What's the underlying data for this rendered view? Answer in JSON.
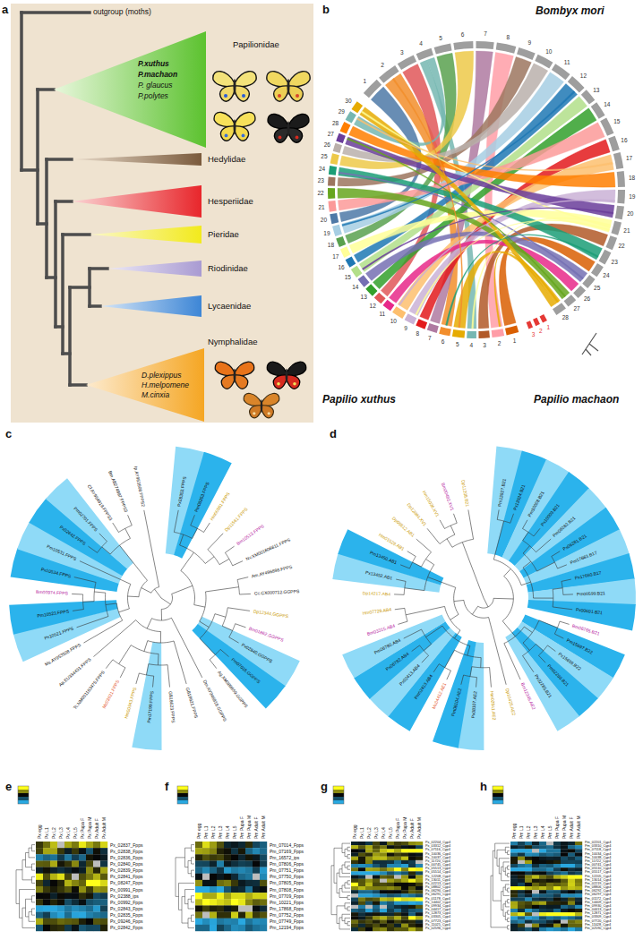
{
  "diagram": {
    "nodes": [
      {
        "text": [
          "Papilionidae",
          "P.xuthus",
          "P.machaon",
          "P. glaucus",
          "P.polytes"
        ]
      },
      {
        "text": [
          "Hedylidae"
        ]
      },
      {
        "text": [
          "Hesperiidae"
        ]
      },
      {
        "text": [
          "Pieridae"
        ]
      },
      {
        "text": [
          "Riodinidae"
        ]
      },
      {
        "text": [
          "Lycaenidae"
        ]
      },
      {
        "text": [
          "Nymphalidae",
          "D.plexippus",
          "H.melpomene",
          "M.cinxia"
        ]
      }
    ],
    "labels": [
      "a",
      "b",
      "c",
      "d",
      "e",
      "f",
      "g",
      "h",
      "outgroup (moths)",
      "Bombyx mori",
      "Papilio xuthus",
      "Papilio machaon",
      "1",
      "2",
      "3",
      "4",
      "5",
      "6",
      "7",
      "8",
      "9",
      "10",
      "11",
      "12",
      "13",
      "14",
      "15",
      "16",
      "17",
      "18",
      "19",
      "20",
      "21",
      "22",
      "23",
      "24",
      "25",
      "26",
      "27",
      "28",
      "1",
      "2",
      "3",
      "1",
      "2",
      "3",
      "4",
      "5",
      "6",
      "7",
      "8",
      "9",
      "10",
      "11",
      "12",
      "13",
      "14",
      "15",
      "16",
      "17",
      "18",
      "19",
      "20",
      "21",
      "22",
      "23",
      "24",
      "25",
      "26",
      "27",
      "28",
      "29",
      "30",
      "Px08353.FPPS",
      "Pm08353.FPPS",
      "Hm00561.FPPS",
      "Dp11561.FPPS",
      "Bm10513.FPPS",
      "Nv.XM001606611.FPPS",
      "Am.AY496898.FPPS",
      "Cc.CX000712.GGPPS",
      "Dp12344.GGPPS",
      "Bm01862.GGPPS",
      "Px02840.GGPPS",
      "Pm07016.GGPPS",
      "Ag.XM309659.GGPPS",
      "Dm.AY046918.GGPPS",
      "GB18621.FPPS",
      "GB18623.FPPS",
      "Pm17199.FPPS",
      "Hm00943.FPPS",
      "Mc03921.FPPS",
      "Tc.NM001163475.FPPS",
      "Ap.EU334431.FPPS",
      "Ms.AY953508.FPPS",
      "Px10521.FPPS",
      "Pm10523.FPPS",
      "Bm00974.FPPS",
      "Px10534.FPPS",
      "Pm10531.FPPS",
      "Px02642.FPPS",
      "Pm02701.FPPS",
      "Cf.AY954919.FPPS3",
      "Bm.AB274997.FPPS3",
      "Ip.AY953508.FPPS2",
      "Pm13927.B21",
      "Px13924.B21",
      "Pm10008.B21",
      "Px10009.B21",
      "Pm06282.B21",
      "Px06281.B21",
      "Pm17663.B17",
      "Px17660.B17",
      "Pm00599.B21",
      "Px00601.B21",
      "Bm06765.B21",
      "Pm15697.B22",
      "Px15699.B22",
      "Pm02288.B21",
      "Px02285.B21",
      "Bm12345.AE2",
      "Dp10425.AE2",
      "Hm02841.AE2",
      "Px08107.AE2",
      "Pm08104.AE2",
      "Mc04412.AE1",
      "Pm02413.AB4",
      "Px02413.AB4",
      "Px06782.AB4",
      "Pm06780.AB4",
      "Bm03315.AB4",
      "Hm07729.AB4",
      "Dp14217.AB4",
      "Px13452.AB1",
      "Pm13450.AB1",
      "Hm01529.AB1",
      "Dp05612.AB1",
      "Dp12084.XV1",
      "Hm15036.XV1",
      "Bm00482.XV1",
      "Dp11208.B21",
      "Px egg",
      "Px L1",
      "Px L2",
      "Px L3",
      "Px L4",
      "Px L5",
      "Px Pupa F",
      "Px Pupa M",
      "Px Adult F",
      "Px Adult M",
      "Px_02837_Fpps",
      "Px_02838_Fpps",
      "Px_02836_Fpps",
      "Px_02840_Fpps",
      "Px_02839_Fpps",
      "Px_02841_Fpps",
      "Px_08247_Fpps",
      "Px_00991_Fpps",
      "Px_02388_ips",
      "Px_00992_Fpps",
      "Px_02843_Fpps",
      "Px_02835_Fpps",
      "Px_09246_Fpps",
      "Px_02842_Fpps",
      "Pm egg",
      "Pm L1",
      "Pm L2",
      "Pm L3",
      "Pm L4",
      "Pm L5",
      "Pm Pupa F",
      "Pm Pupa M",
      "Pm Adult F",
      "Pm Adult M",
      "Pm_07014_Fpps",
      "Pm_07169_Fpps",
      "Pm_16572_ips",
      "Pm_07806_Fpps",
      "Pm_07751_Fpps",
      "Pm_07750_Fpps",
      "Pm_07805_Fpps",
      "Pm_07808_Fpps",
      "Pm_07709_Fpps",
      "Pm_10221_Fpps",
      "Pm_17868_Fpps",
      "Pm_07752_Fpps",
      "Pm_07749_Fpps",
      "Pm_12194_Fpps",
      "Px egg",
      "Px L1",
      "Px L2",
      "Px L3",
      "Px L4",
      "Px L5",
      "Px Pupa F",
      "Px Pupa M",
      "Px Adult F",
      "Px Adult M",
      "Px_02204_Cyp4",
      "Px_03312_Cyp4",
      "Px_07116_Cyp4",
      "Px_10036_Cyp4",
      "Px_10037_Cyp4",
      "Px_11720_Cyp4",
      "Px_00745_Cyp4",
      "Px_05513_Cyp4",
      "Px_05514_Cyp4",
      "Px_12208_Cyp4",
      "Px_13011_Cyp4",
      "Px_02213_Cyp4",
      "Px_08802_Cyp4",
      "Px_06290_Cyp4",
      "Px_06291_Cyp4",
      "Px_01178_Cyp4",
      "Px_14402_Cyp4",
      "Px_09934_Cyp4",
      "Px_04417_Cyp4",
      "Px_12873_Cyp4",
      "Px_03305_Cyp4",
      "Px_07723_Cyp4",
      "Px_11025_Cyp4",
      "Px_02596_Cyp4",
      "Pm egg",
      "Pm L1",
      "Pm L2",
      "Pm L3",
      "Pm L4",
      "Pm L5",
      "Pm Pupa F",
      "Pm Pupa M",
      "Pm Adult F",
      "Pm Adult M",
      "Pm_02201_Cyp4",
      "Pm_03310_Cyp4",
      "Pm_07118_Cyp4",
      "Pm_10034_Cyp4",
      "Pm_10038_Cyp4",
      "Pm_11722_Cyp4",
      "Pm_00741_Cyp4",
      "Pm_05510_Cyp4",
      "Pm_05517_Cyp4",
      "Pm_12205_Cyp4",
      "Pm_13014_Cyp4",
      "Pm_02219_Cyp4",
      "Pm_08806_Cyp4",
      "Pm_06292_Cyp4",
      "Pm_06297_Cyp4",
      "Pm_01172_Cyp4",
      "Pm_14409_Cyp4",
      "Pm_09930_Cyp4",
      "Pm_04413_Cyp4",
      "Pm_12871_Cyp4",
      "Pm_03309_Cyp4",
      "Pm_07720_Cyp4",
      "Pm_11028_Cyp4",
      "Pm_02590_Cyp4"
    ]
  }
}
